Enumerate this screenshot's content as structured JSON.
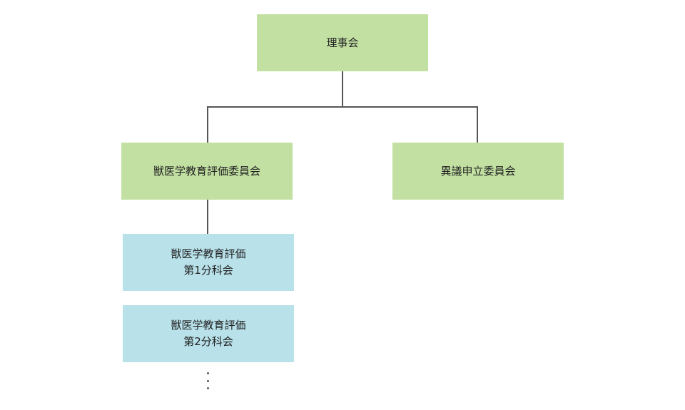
{
  "board": {
    "label": "理事会"
  },
  "committee": {
    "label": "獣医学教育評価委員会"
  },
  "appeals": {
    "label": "異議申立委員会"
  },
  "subcommittees": [
    {
      "line1": "獣医学教育評価",
      "line2": "第1分科会"
    },
    {
      "line1": "獣医学教育評価",
      "line2": "第2分科会"
    }
  ],
  "colors": {
    "green": "#c2e0a2",
    "blue": "#b8e1ea",
    "connector": "#555555"
  }
}
